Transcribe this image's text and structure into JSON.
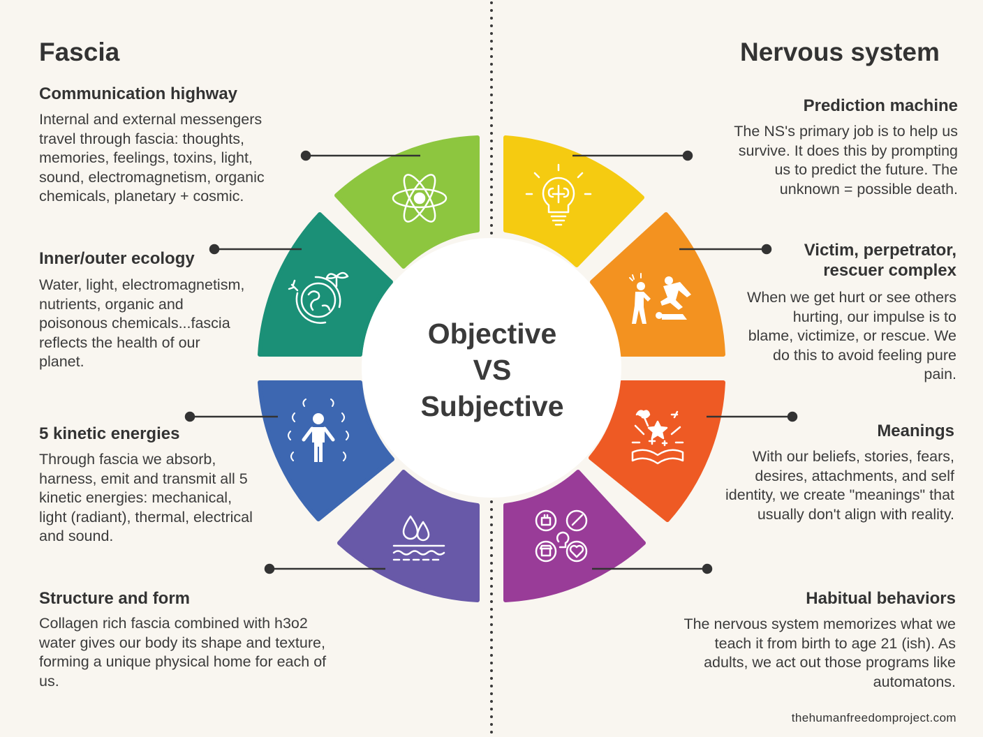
{
  "left": {
    "heading": "Fascia",
    "items": [
      {
        "title": "Communication highway",
        "text": "Internal and external messengers travel through fascia: thoughts, memories, feelings, toxins, light, sound, electromagnetism, organic chemicals, planetary + cosmic."
      },
      {
        "title": "Inner/outer ecology",
        "text": "Water, light, electromagnetism, nutrients, organic and poisonous chemicals...fascia reflects the health of our planet."
      },
      {
        "title": "5 kinetic energies",
        "text": "Through fascia we absorb, harness, emit and transmit all 5 kinetic energies: mechanical, light (radiant), thermal, electrical and sound."
      },
      {
        "title": "Structure and form",
        "text": "Collagen rich fascia combined with h3o2 water gives our body its shape and texture, forming a unique physical home for each of us."
      }
    ]
  },
  "right": {
    "heading": "Nervous system",
    "items": [
      {
        "title": "Prediction machine",
        "text": "The NS's primary job is to help us survive. It does this by prompting us to predict the future. The unknown = possible death."
      },
      {
        "title": "Victim, perpetrator, rescuer complex",
        "text": "When we get hurt or see others hurting, our impulse is to blame, victimize, or rescue. We do this to avoid feeling pure pain."
      },
      {
        "title": "Meanings",
        "text": "With our beliefs, stories, fears, desires, attachments, and self identity, we create \"meanings\" that usually don't align with reality."
      },
      {
        "title": "Habitual behaviors",
        "text": "The nervous system memorizes what we teach it from birth to age 21 (ish). As adults, we act out those programs like automatons."
      }
    ]
  },
  "center": {
    "line1": "Objective",
    "line2": "VS",
    "line3": "Subjective"
  },
  "footer": "thehumanfreedomproject.com",
  "segments": [
    {
      "icon": "atom-icon",
      "color": "#8dc63f"
    },
    {
      "icon": "eco-globe-icon",
      "color": "#1b9077"
    },
    {
      "icon": "radiating-person-icon",
      "color": "#3d67b1"
    },
    {
      "icon": "water-drops-icon",
      "color": "#6859a8"
    },
    {
      "icon": "lightbulb-brain-icon",
      "color": "#f5cb11"
    },
    {
      "icon": "conflict-figures-icon",
      "color": "#f39220"
    },
    {
      "icon": "open-book-sparkle-icon",
      "color": "#ee5a24"
    },
    {
      "icon": "mind-apps-icon",
      "color": "#993c98"
    }
  ]
}
